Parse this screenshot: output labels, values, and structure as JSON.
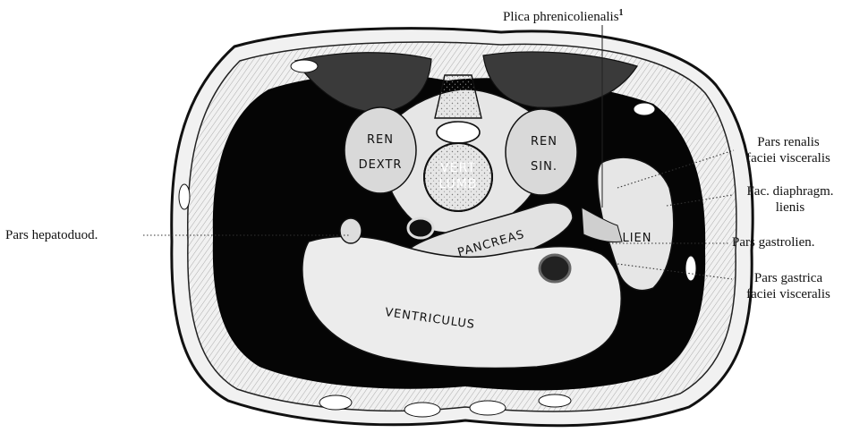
{
  "callouts": {
    "plica": "Plica phrenicolienalis",
    "plica_sup": "1",
    "renalis_1": "Pars renalis",
    "renalis_2": "faciei visceralis",
    "diaphragm_1": "Fac. diaphragm.",
    "diaphragm_2": "lienis",
    "gastrolien": "Pars gastrolien.",
    "gastrica_1": "Pars gastrica",
    "gastrica_2": "faciei visceralis",
    "hepatoduod": "Pars hepatoduod."
  },
  "organs": {
    "ren_dextr_1": "REN",
    "ren_dextr_2": "DEXTR",
    "ren_sin_1": "REN",
    "ren_sin_2": "SIN.",
    "vert_1": "VERT",
    "vert_2": "LUMB",
    "pancreas": "PANCREAS",
    "lien": "LIEN",
    "ventriculus": "VENTRICULUS"
  }
}
